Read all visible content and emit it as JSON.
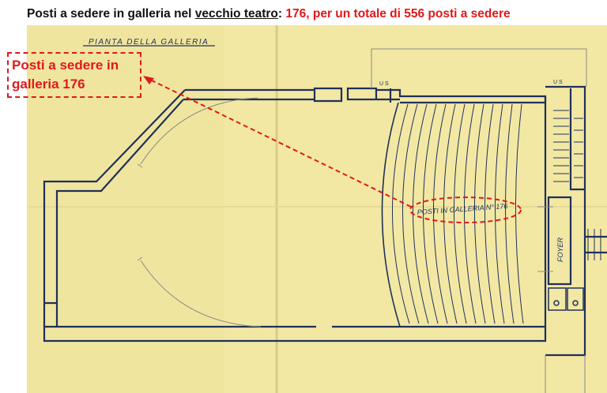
{
  "header": {
    "caption_part1": "Posti a sedere in galleria nel ",
    "caption_underlined": "vecchio teatro",
    "caption_part2": ":",
    "caption_highlight": "176, per un totale di 556 posti a sedere"
  },
  "plan": {
    "title": "PIANTA DELLA GALLERIA",
    "seats_label": "POSTI IN GALLERIA N° 176",
    "foyer_label": "FOYER",
    "exit_label_left": "U S",
    "exit_label_right": "U S"
  },
  "callout": {
    "text": "Posti a sedere in galleria 176"
  },
  "colors": {
    "paper": "#f2e8a4",
    "ink": "#20305a",
    "pencil": "#8a8a80",
    "highlight": "#e0181b"
  }
}
